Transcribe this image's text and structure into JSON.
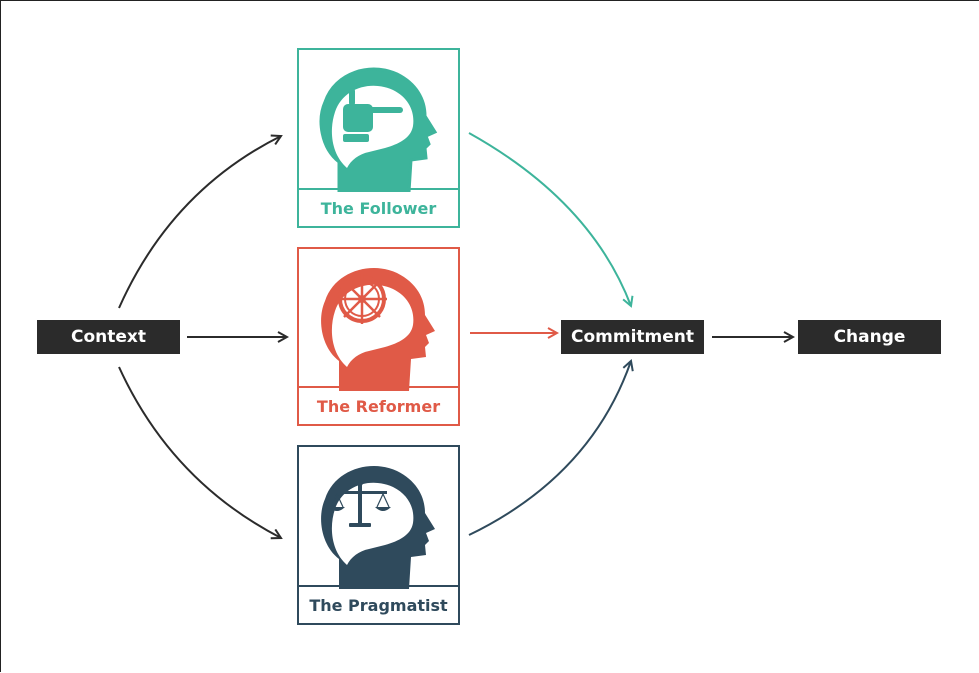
{
  "nodes": {
    "context": "Context",
    "commitment": "Commitment",
    "change": "Change"
  },
  "profiles": [
    {
      "label": "The Follower",
      "icon": "pointing-hand-icon",
      "color": "#3db49b"
    },
    {
      "label": "The Reformer",
      "icon": "ship-wheel-icon",
      "color": "#e05a47"
    },
    {
      "label": "The Pragmatist",
      "icon": "balance-scale-icon",
      "color": "#2f4a5c"
    }
  ],
  "colors": {
    "box": "#2b2b2b",
    "arrow": "#2b2b2b"
  }
}
